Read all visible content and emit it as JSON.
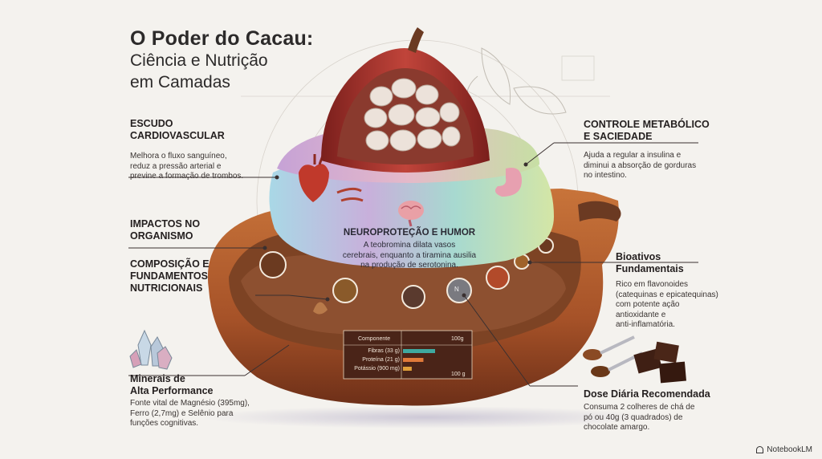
{
  "title": {
    "main": "O Poder do Cacau:",
    "sub_line1": "Ciência e Nutrição",
    "sub_line2": "em Camadas"
  },
  "labels": {
    "escudo": {
      "head_l1": "ESCUDO",
      "head_l2": "CARDIOVASCULAR",
      "desc_l1": "Melhora o fluxo sanguíneo,",
      "desc_l2": "reduz a pressão arterial e",
      "desc_l3": "previne a formação de trombos."
    },
    "impactos": {
      "head_l1": "IMPACTOS NO",
      "head_l2": "ORGANISMO"
    },
    "composicao": {
      "head_l1": "COMPOSIÇÃO E",
      "head_l2": "FUNDAMENTOS",
      "head_l3": "NUTRICIONAIS"
    },
    "minerais": {
      "head_l1": "Minerais de",
      "head_l2": "Alta Performance",
      "desc_l1": "Fonte vital de Magnésio (395mg),",
      "desc_l2": "Ferro (2,7mg) e Selênio para",
      "desc_l3": "funções cognitivas."
    },
    "controle": {
      "head_l1": "CONTROLE METABÓLICO",
      "head_l2": "E SACIEDADE",
      "desc_l1": "Ajuda a regular a insulina e",
      "desc_l2": "diminui a absorção de gorduras",
      "desc_l3": "no intestino."
    },
    "bioativos": {
      "head_l1": "Bioativos",
      "head_l2": "Fundamentais",
      "desc_l1": "Rico em flavonoides",
      "desc_l2": "(catequinas e epicatequinas)",
      "desc_l3": "com potente ação",
      "desc_l4": "antioxidante e",
      "desc_l5": "anti-inflamatória."
    },
    "dose": {
      "head": "Dose Diária Recomendada",
      "desc_l1": "Consuma 2 colheres de chá de",
      "desc_l2": "pó ou 40g (3 quadrados) de",
      "desc_l3": "chocolate amargo."
    },
    "neuro": {
      "head": "NEUROPROTEÇÃO E HUMOR",
      "desc_l1": "A teobromina dilata vasos",
      "desc_l2": "cerebrais, enquanto a tiramina ausilia",
      "desc_l3": "na produção de serotonina."
    }
  },
  "nutrition_table": {
    "col_header": "Componente",
    "unit_header": "100g",
    "rows": [
      {
        "label": "Fibras (33 g)",
        "value": 33
      },
      {
        "label": "Proteína (21 g)",
        "value": 21
      },
      {
        "label": "Potássio (900 mg)",
        "value": 9
      }
    ],
    "footer": "100 g",
    "colors": [
      "#3fa9a0",
      "#e07a3a",
      "#e0a03a"
    ]
  },
  "bead_text": "N",
  "brand": "NotebookLM",
  "colors": {
    "pod_outer": "#a8562a",
    "pod_inner": "#7a3f22",
    "cake_top": "#9fd7df",
    "cake_purple": "#b59ad0",
    "beans": "#e9ddd4",
    "line": "#3a3030"
  }
}
